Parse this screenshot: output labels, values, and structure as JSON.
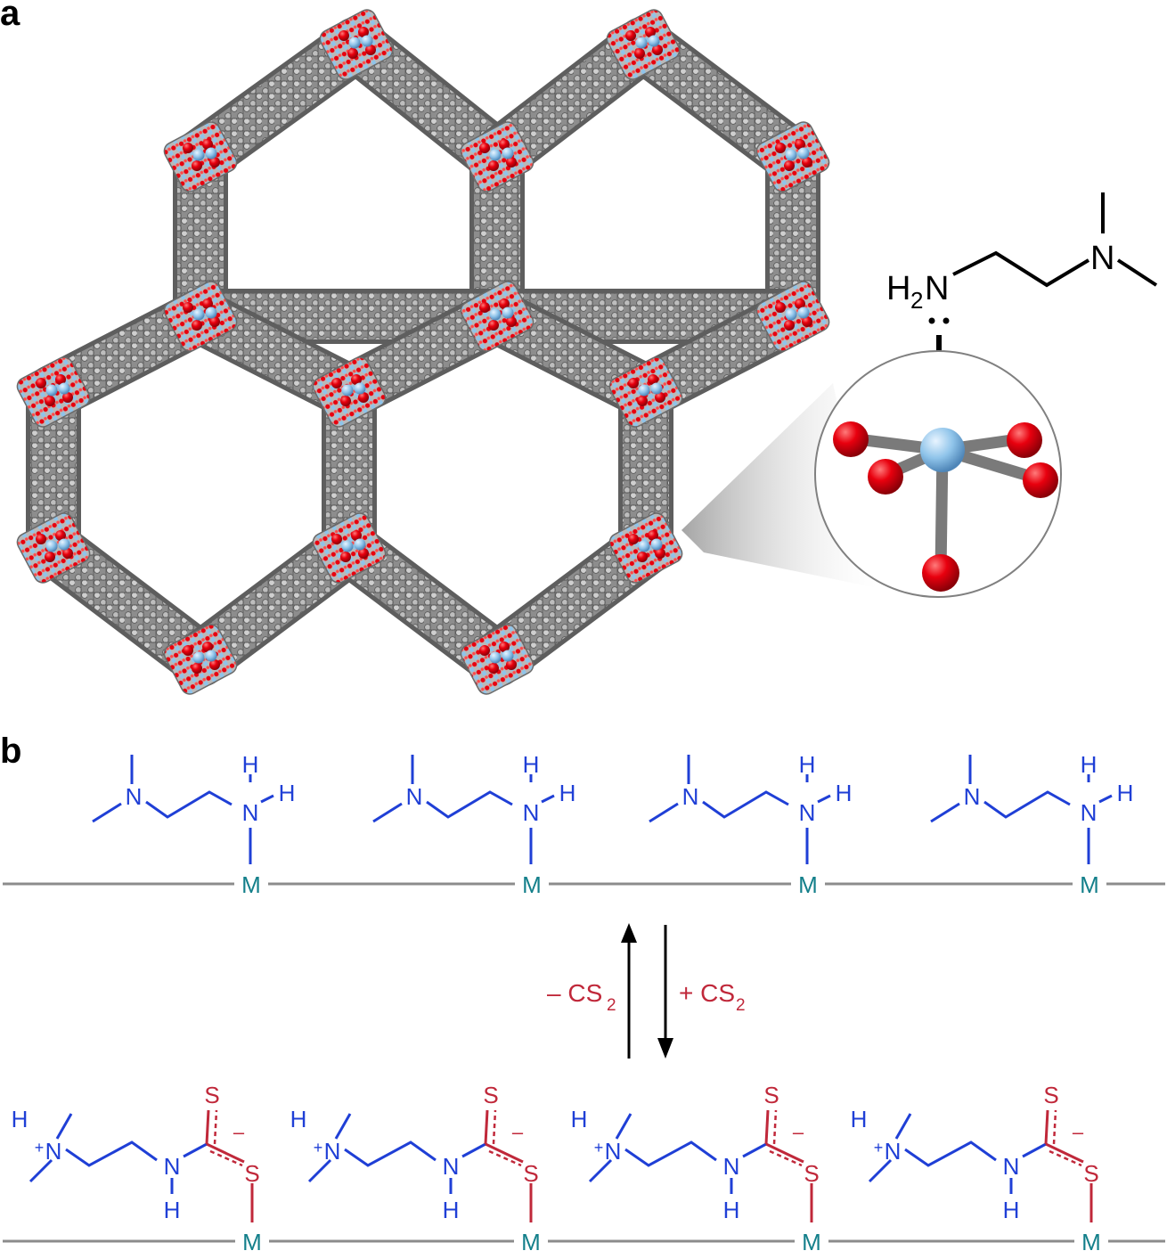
{
  "panel_a": {
    "label": "a",
    "ligand": {
      "amine": "H",
      "amine_sub": "2",
      "amine_n": "N",
      "tertiary_n": "N"
    }
  },
  "panel_b": {
    "label": "b",
    "metal": "M",
    "top": {
      "n_tert": "N",
      "n_amine": "N",
      "h": "H"
    },
    "bottom": {
      "n_plus": "N",
      "plus": "+",
      "h": "H",
      "nh": "N",
      "s": "S",
      "minus": "–"
    },
    "reverse_label": "– CS",
    "forward_label": "+ CS",
    "cs_sub": "2"
  },
  "colors": {
    "amine": "#1f3fd6",
    "cs2": "#c0283a",
    "metal": "#137f8a",
    "framework_o": "#e8000e",
    "framework_m": "#8fc4ea",
    "framework_c": "#8a8a8a"
  }
}
